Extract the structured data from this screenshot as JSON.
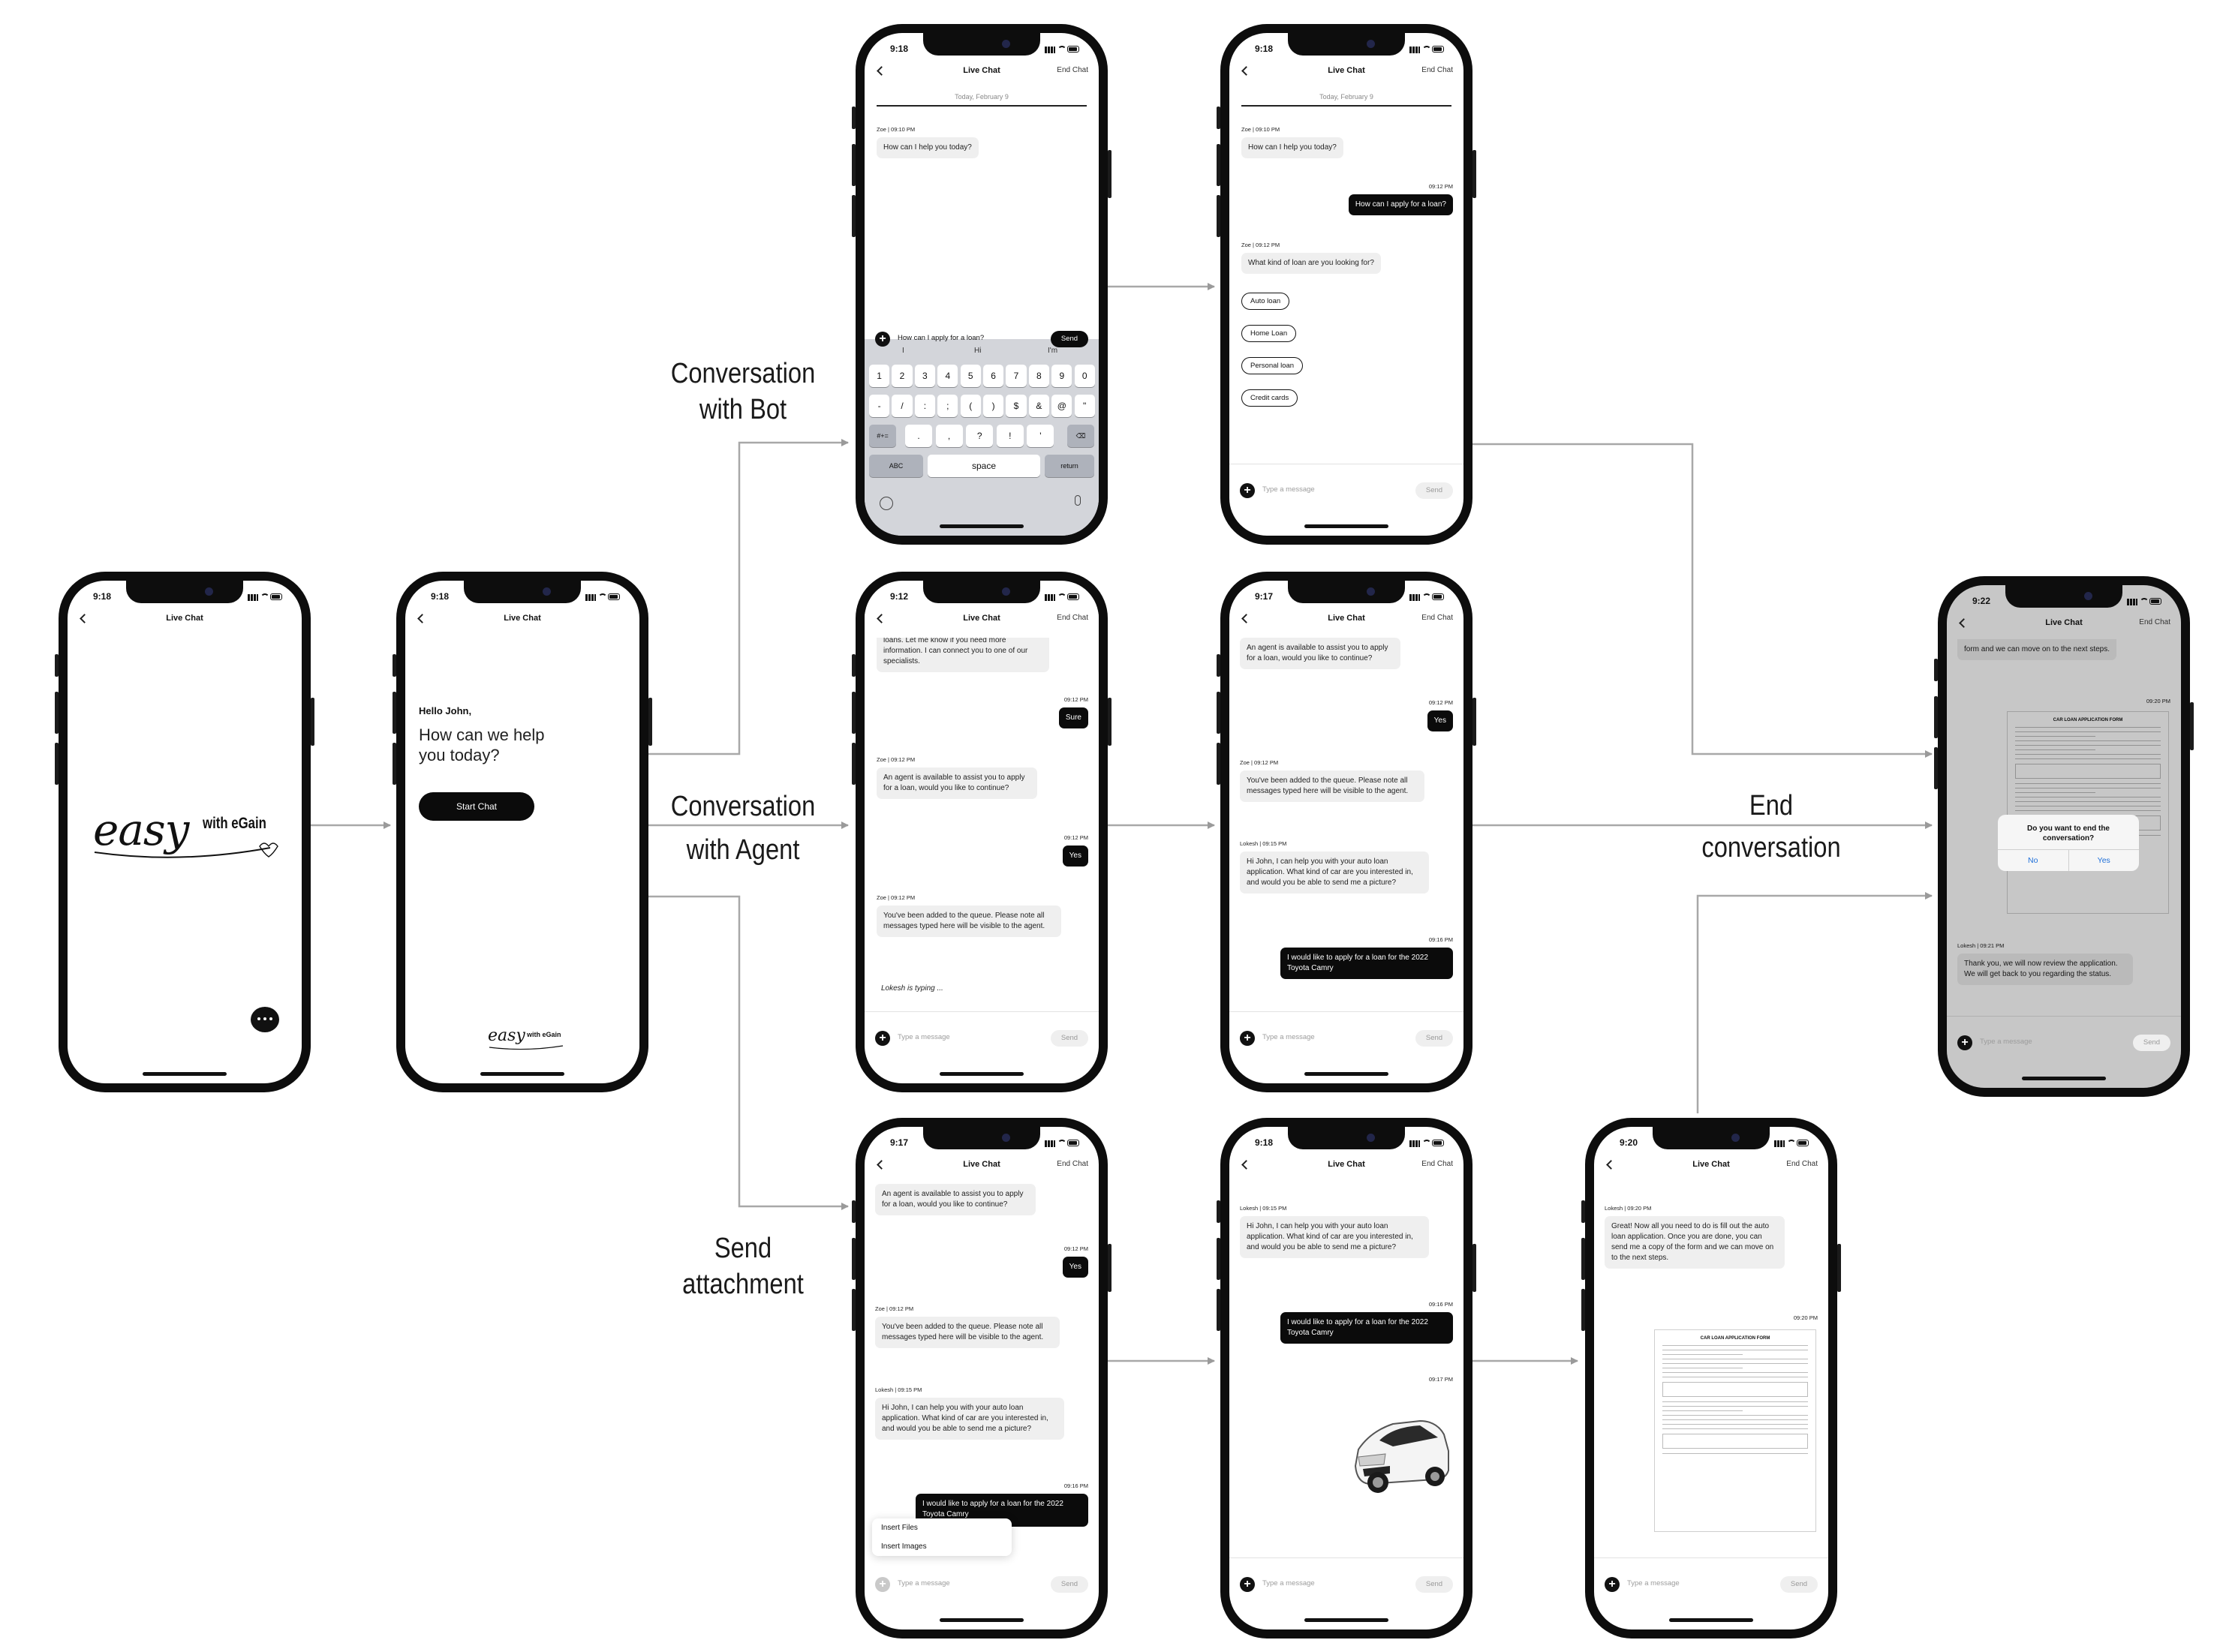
{
  "flow_labels": {
    "bot": [
      "Conversation",
      "with Bot"
    ],
    "agent": [
      "Conversation",
      "with Agent"
    ],
    "attach": [
      "Send",
      "attachment"
    ],
    "end": [
      "End",
      "conversation"
    ]
  },
  "common": {
    "title": "Live Chat",
    "end_chat": "End Chat",
    "placeholder": "Type a message",
    "send": "Send"
  },
  "splash": {
    "time": "9:18",
    "logo_main": "easy",
    "logo_sub": "with eGain"
  },
  "welcome": {
    "time": "9:18",
    "greeting": "Hello John,",
    "prompt": "How can we help you today?",
    "start_chat": "Start Chat",
    "footer_logo_main": "easy",
    "footer_logo_sub": "with eGain"
  },
  "bot1": {
    "time": "9:18",
    "date": "Today, February 9",
    "meta1": "Zoe  |  09:10 PM",
    "msg1": "How can I help you today?",
    "input_text": "How can I apply for a loan?",
    "suggestions": [
      "I",
      "Hi",
      "I'm"
    ],
    "keys_row1": [
      "1",
      "2",
      "3",
      "4",
      "5",
      "6",
      "7",
      "8",
      "9",
      "0"
    ],
    "keys_row2": [
      "-",
      "/",
      ":",
      ";",
      "(",
      ")",
      "$",
      "&",
      "@",
      "\""
    ],
    "keys_row3": [
      "#+=",
      ".",
      ",",
      "?",
      "!",
      "'",
      "⌫"
    ],
    "keys_row4": [
      "ABC",
      "space",
      "return"
    ]
  },
  "bot2": {
    "time": "9:18",
    "date": "Today, February 9",
    "meta1": "Zoe  |  09:10 PM",
    "msg1": "How can I help you today?",
    "meta2": "09:12 PM",
    "msg2": "How can I apply for a loan?",
    "meta3": "Zoe  |  09:12 PM",
    "msg3": "What kind of loan are you looking for?",
    "options": [
      "Auto loan",
      "Home Loan",
      "Personal loan",
      "Credit cards"
    ]
  },
  "agent1": {
    "time": "9:12",
    "msg0": "loans. Let me know if you need more information. I can connect you to one of our specialists.",
    "meta1": "09:12 PM",
    "msg1": "Sure",
    "meta2": "Zoe  |  09:12 PM",
    "msg2": "An agent is available to assist you to apply for a loan, would you like to continue?",
    "meta3": "09:12 PM",
    "msg3": "Yes",
    "meta4": "Zoe  |  09:12 PM",
    "msg4": "You've been added to the queue. Please note all messages typed here will be visible to the agent.",
    "typing": "Lokesh is typing ..."
  },
  "agent2": {
    "time": "9:17",
    "msg1": "An agent is available to assist you to apply for a loan, would you like to continue?",
    "meta2": "09:12 PM",
    "msg2": "Yes",
    "meta3": "Zoe  |  09:12 PM",
    "msg3": "You've been added to the queue. Please note all messages typed here will be visible to the agent.",
    "meta4": "Lokesh  |  09:15 PM",
    "msg4": "Hi John, I can help you with your auto loan application. What kind of car are you interested in, and would you be able to send me a picture?",
    "meta5": "09:16 PM",
    "msg5": "I would like to apply for a loan for the 2022 Toyota Camry"
  },
  "attach1": {
    "time": "9:17",
    "msg1": "An agent is available to assist you to apply for a loan, would you like to continue?",
    "meta2": "09:12 PM",
    "msg2": "Yes",
    "meta3": "Zoe  |  09:12 PM",
    "msg3": "You've been added to the queue. Please note all messages typed here will be visible to the agent.",
    "meta4": "Lokesh  |  09:15 PM",
    "msg4": "Hi John, I can help you with your auto loan application. What kind of car are you interested in, and would you be able to send me a picture?",
    "meta5": "09:16 PM",
    "msg5": "I would like to apply for a loan for the 2022 Toyota Camry",
    "menu": [
      "Insert Files",
      "Insert Images"
    ]
  },
  "attach2": {
    "time": "9:18",
    "meta1": "Lokesh  |  09:15 PM",
    "msg1": "Hi John, I can help you with your auto loan application. What kind of car are you interested in, and would you be able to send me a picture?",
    "meta2": "09:16 PM",
    "msg2": "I would like to apply for a loan for the 2022 Toyota Camry",
    "meta3": "09:17 PM"
  },
  "attach3": {
    "time": "9:20",
    "meta1": "Lokesh  |  09:20 PM",
    "msg1": "Great! Now all you need to do is fill out the auto loan application. Once you are done, you can send me a copy of the form and we can move on to the next steps.",
    "meta2": "09:20 PM",
    "form_title": "CAR LOAN APPLICATION FORM"
  },
  "endchat": {
    "time": "9:22",
    "msg0": "form and we can move on to the next steps.",
    "meta1": "09:20 PM",
    "form_title": "CAR LOAN APPLICATION FORM",
    "dialog_question": "Do you want to end the conversation?",
    "dialog_no": "No",
    "dialog_yes": "Yes",
    "meta2": "Lokesh  |  09:21 PM",
    "msg2": "Thank you, we will now review the application. We will get back to you regarding the status."
  }
}
